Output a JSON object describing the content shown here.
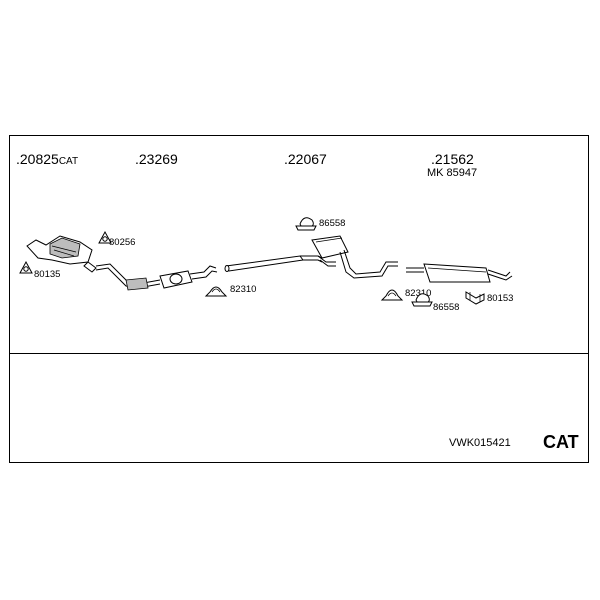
{
  "sections": [
    {
      "number": ".20825",
      "suffix": "CAT"
    },
    {
      "number": ".23269"
    },
    {
      "number": ".22067"
    },
    {
      "number": ".21562",
      "kit": "MK 85947"
    }
  ],
  "part_labels": {
    "p80256": "80256",
    "p80135": "80135",
    "p82310_a": "82310",
    "p86558_a": "86558",
    "p82310_b": "82310",
    "p86558_b": "86558",
    "p80153": "80153"
  },
  "footer": {
    "code": "VWK015421",
    "type": "CAT"
  }
}
